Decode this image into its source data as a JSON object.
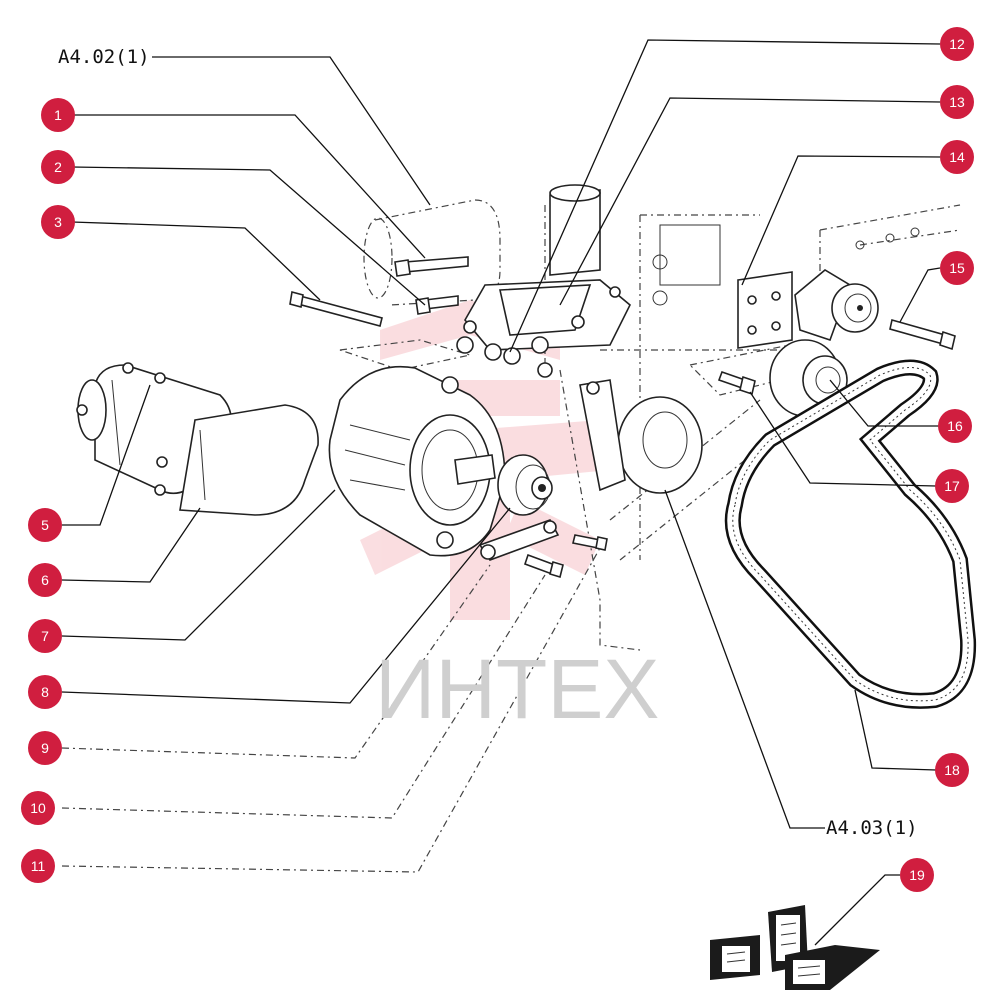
{
  "diagram": {
    "references": {
      "top_left": "A4.02(1)",
      "bottom_right": "A4.03(1)"
    },
    "callouts": [
      "1",
      "2",
      "3",
      "5",
      "6",
      "7",
      "8",
      "9",
      "10",
      "11",
      "12",
      "13",
      "14",
      "15",
      "16",
      "17",
      "18",
      "19"
    ],
    "watermark": "ИНТЕХ",
    "marker_color": "#d01e3f",
    "watermark_color": "#f2a0a8"
  }
}
